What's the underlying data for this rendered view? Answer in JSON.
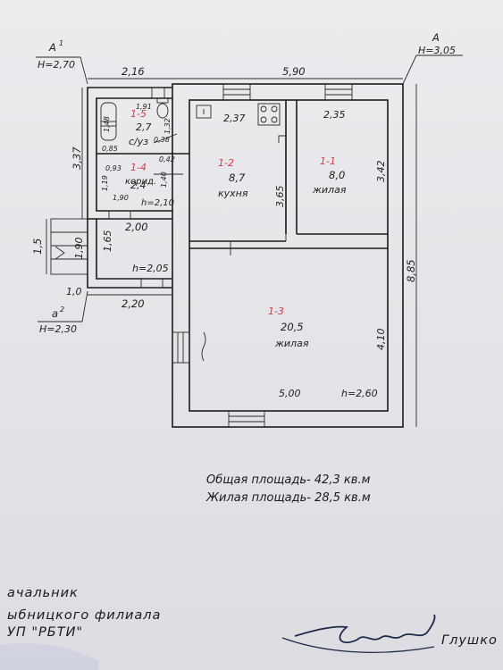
{
  "marks": {
    "a1": "A",
    "a1_sup": "1",
    "a1_h": "H=2,70",
    "a": "A",
    "a_h": "H=3,05",
    "a2": "a",
    "a2_sup": "2",
    "a2_h": "H=2,30"
  },
  "dimensions": {
    "top_left": "2,16",
    "top_right": "5,90",
    "left_upper": "3,37",
    "left_porch": "1,5",
    "porch_h": "1,90",
    "vest_h": "1,65",
    "porch_w": "1,0",
    "vest_w": "2,00",
    "bottom_left": "2,20",
    "kitchen_w": "2,37",
    "kitchen_h": "3,65",
    "room1_w": "2,35",
    "room1_h": "3,42",
    "room3_w": "5,00",
    "room3_h": "4,10",
    "overall_h": "8,85",
    "bath_a": "1,91",
    "bath_b": "1,48",
    "bath_c": "1,32",
    "bath_d": "0,85",
    "bath_e": "0,38",
    "corr_a": "0,93",
    "corr_b": "0,42",
    "corr_c": "1,19",
    "corr_d": "1,40",
    "corr_e": "1,90",
    "h_corr": "h=2,10",
    "h_vest": "h=2,05",
    "h_main": "h=2,60"
  },
  "rooms": [
    {
      "id": "1-5",
      "area": "2,7",
      "name": "с/уз"
    },
    {
      "id": "1-4",
      "area": "2,4",
      "name": "корид."
    },
    {
      "id": "1-2",
      "area": "8,7",
      "name": "кухня"
    },
    {
      "id": "1-1",
      "area": "8,0",
      "name": "жилая"
    },
    {
      "id": "1-3",
      "area": "20,5",
      "name": "жилая"
    }
  ],
  "summary": {
    "total": "Общая площадь- 42,3 кв.м",
    "living": "Жилая площадь- 28,5 кв.м"
  },
  "footer": {
    "line1": "ачальник",
    "line2": "ыбницкого филиала",
    "line3": "УП \"РБТИ\"",
    "surname": "Глушко"
  },
  "colors": {
    "ink": "#1a1a1a",
    "red_ink": "#d23b4a",
    "paper": "#e6e6ea",
    "sign": "#1f2a4a"
  }
}
